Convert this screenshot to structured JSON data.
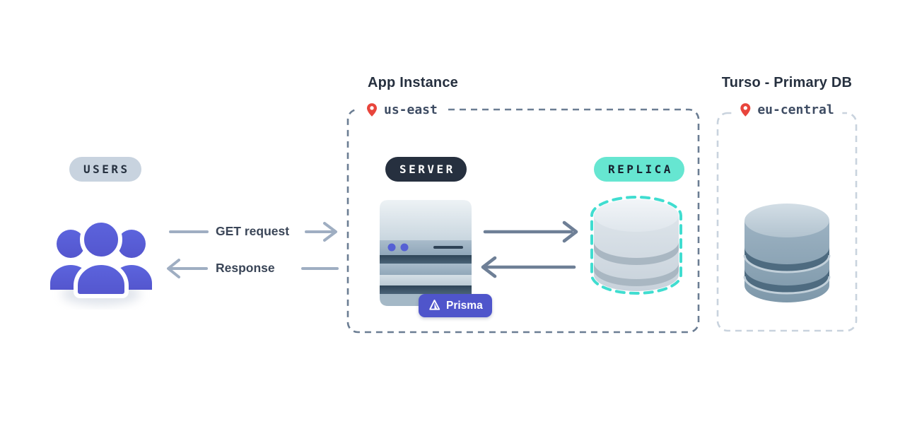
{
  "diagram": {
    "users": {
      "badge": "USERS"
    },
    "connections": {
      "request_label": "GET request",
      "response_label": "Response"
    },
    "app_instance": {
      "title": "App Instance",
      "region": "us-east",
      "server_badge": "SERVER",
      "replica_badge": "REPLICA",
      "prisma_label": "Prisma"
    },
    "turso": {
      "title": "Turso - Primary DB",
      "region": "eu-central"
    },
    "colors": {
      "indigo_users": "#5a5fd8",
      "navy_text": "#26303f",
      "teal_badge": "#66e6d1",
      "teal_dash": "#40ddd0",
      "slate_arrow": "#6e7f96",
      "light_arrow": "#9faec2",
      "pin_red": "#e8453c",
      "users_pill_bg": "#c8d3df",
      "prisma_bg": "#4f55cb",
      "app_box_dash": "#6b7d93",
      "turso_box_dash": "#c9d3de"
    }
  }
}
